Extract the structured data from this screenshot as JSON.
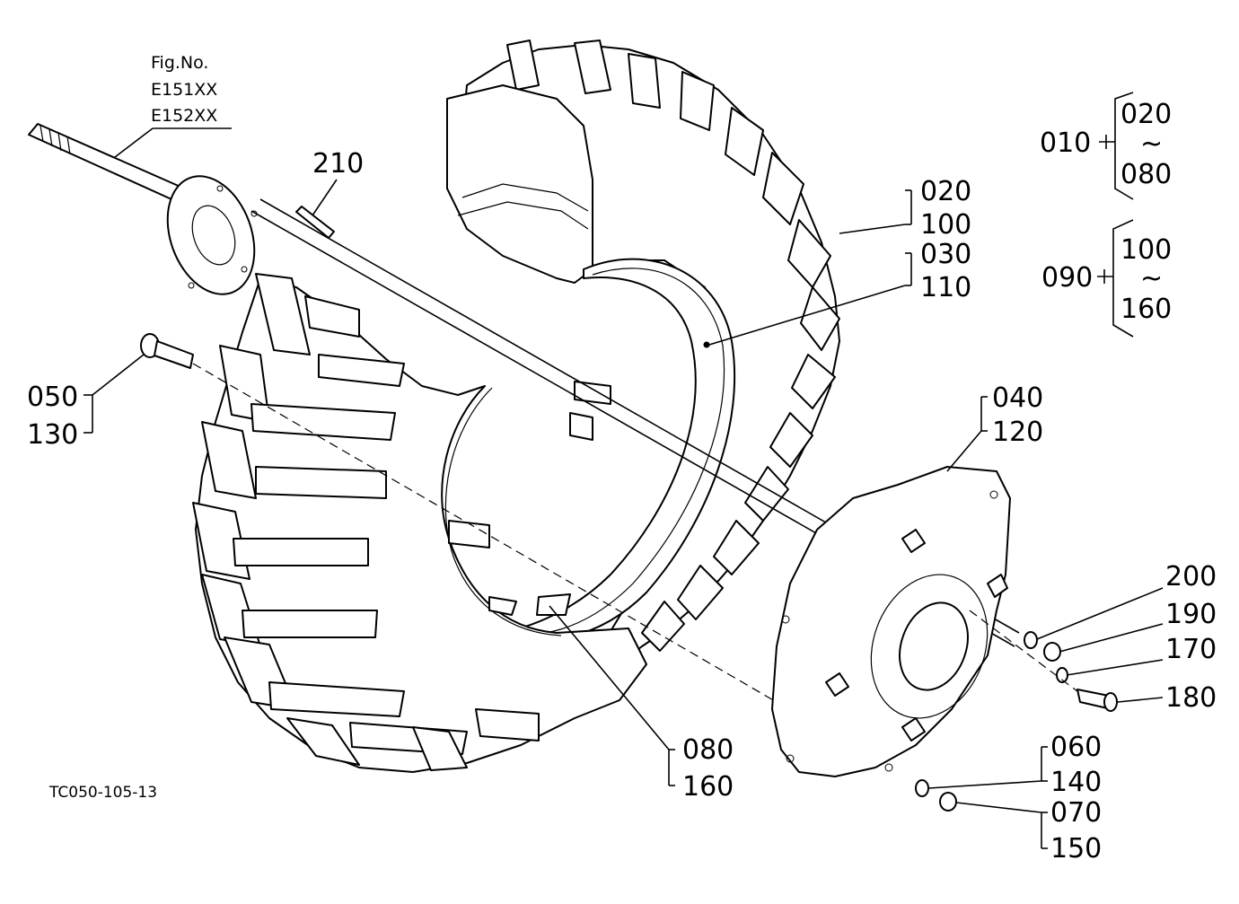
{
  "figure": {
    "title": "Fig.No.",
    "numbers": [
      "E151XX",
      "E152XX"
    ],
    "code": "TC050-105-13"
  },
  "labels": {
    "l210": "210",
    "l050": "050",
    "l130": "130",
    "l020": "020",
    "l100": "100",
    "l030": "030",
    "l110": "110",
    "l040": "040",
    "l120": "120",
    "l200": "200",
    "l190": "190",
    "l170": "170",
    "l180": "180",
    "l060": "060",
    "l140": "140",
    "l070": "070",
    "l150": "150",
    "l080": "080",
    "l160": "160"
  },
  "groups": {
    "g1": {
      "id": "010",
      "from": "020",
      "tilde": "~",
      "to": "080"
    },
    "g2": {
      "id": "090",
      "from": "100",
      "tilde": "~",
      "to": "160"
    }
  }
}
